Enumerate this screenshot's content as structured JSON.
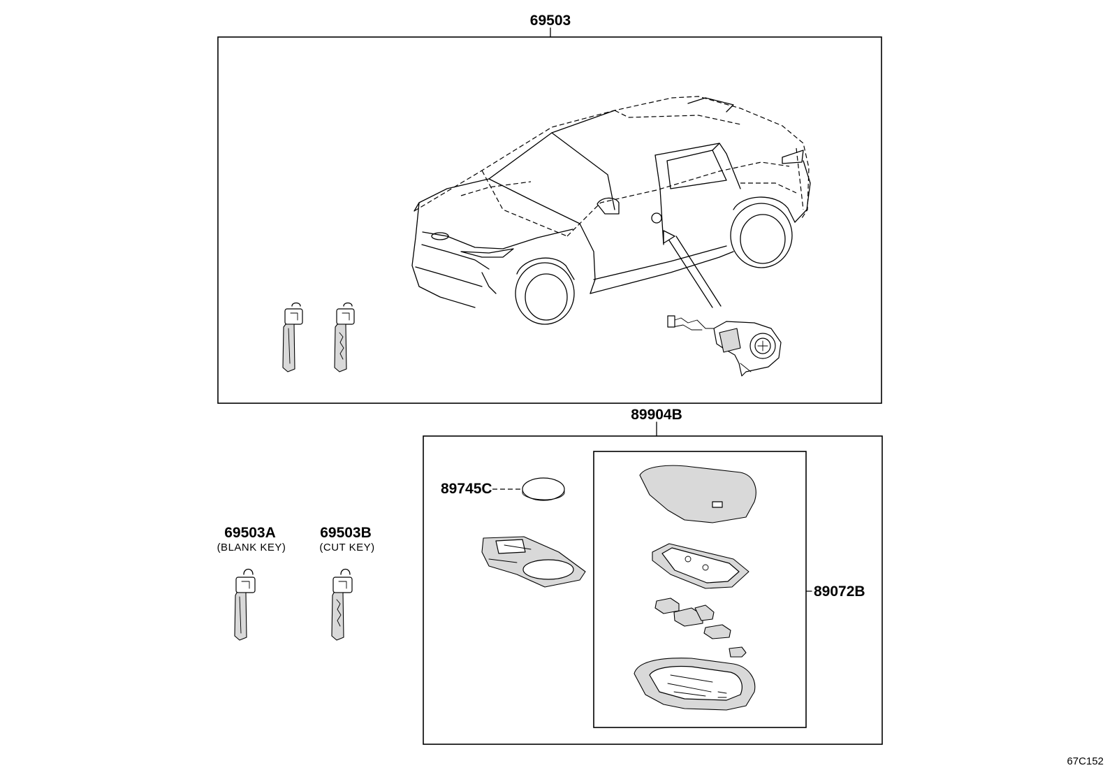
{
  "diagram": {
    "labels": {
      "kit": "69503",
      "blank_key_part": "69503A",
      "blank_key_note": "(BLANK KEY)",
      "cut_key_part": "69503B",
      "cut_key_note": "(CUT KEY)",
      "transmitter_assy": "89904B",
      "battery": "89745C",
      "transmitter_housing": "89072B"
    },
    "illustration_code": "67C152"
  }
}
